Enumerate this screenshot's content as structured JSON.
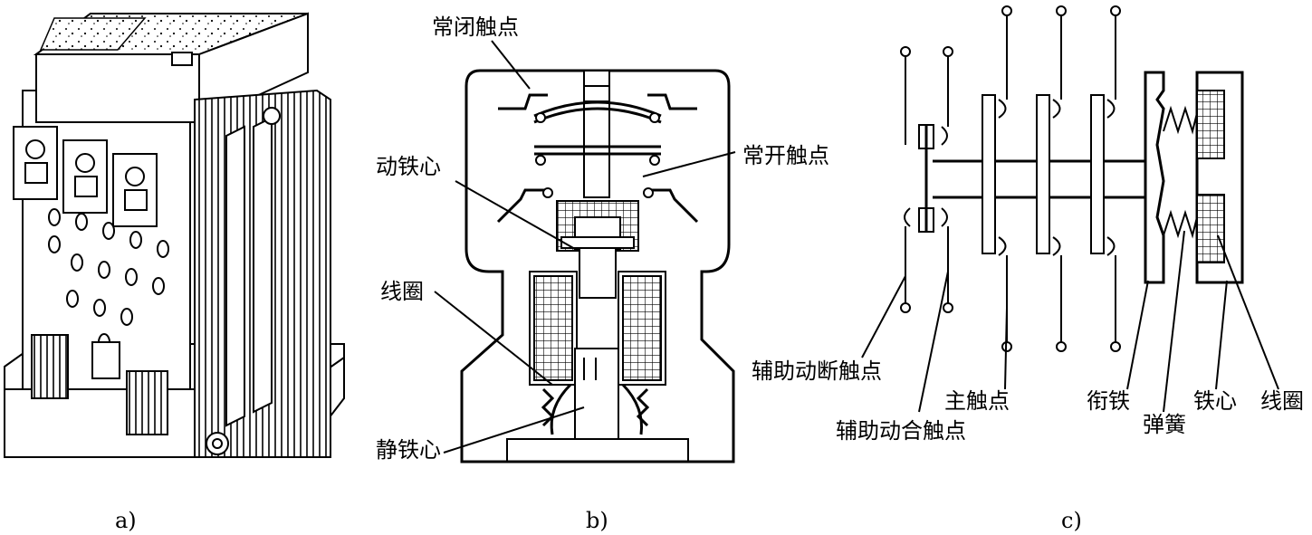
{
  "panels": {
    "a": {
      "caption": "a)"
    },
    "b": {
      "caption": "b)",
      "labels": {
        "nc_contact": "常闭触点",
        "no_contact": "常开触点",
        "moving_core": "动铁心",
        "coil": "线圈",
        "static_core": "静铁心"
      }
    },
    "c": {
      "caption": "c)",
      "labels": {
        "aux_nc": "辅助动断触点",
        "aux_no": "辅助动合触点",
        "main_contact": "主触点",
        "armature": "衔铁",
        "spring": "弹簧",
        "core": "铁心",
        "coil": "线圈"
      }
    }
  },
  "colors": {
    "ink": "#000000",
    "background": "#ffffff"
  }
}
